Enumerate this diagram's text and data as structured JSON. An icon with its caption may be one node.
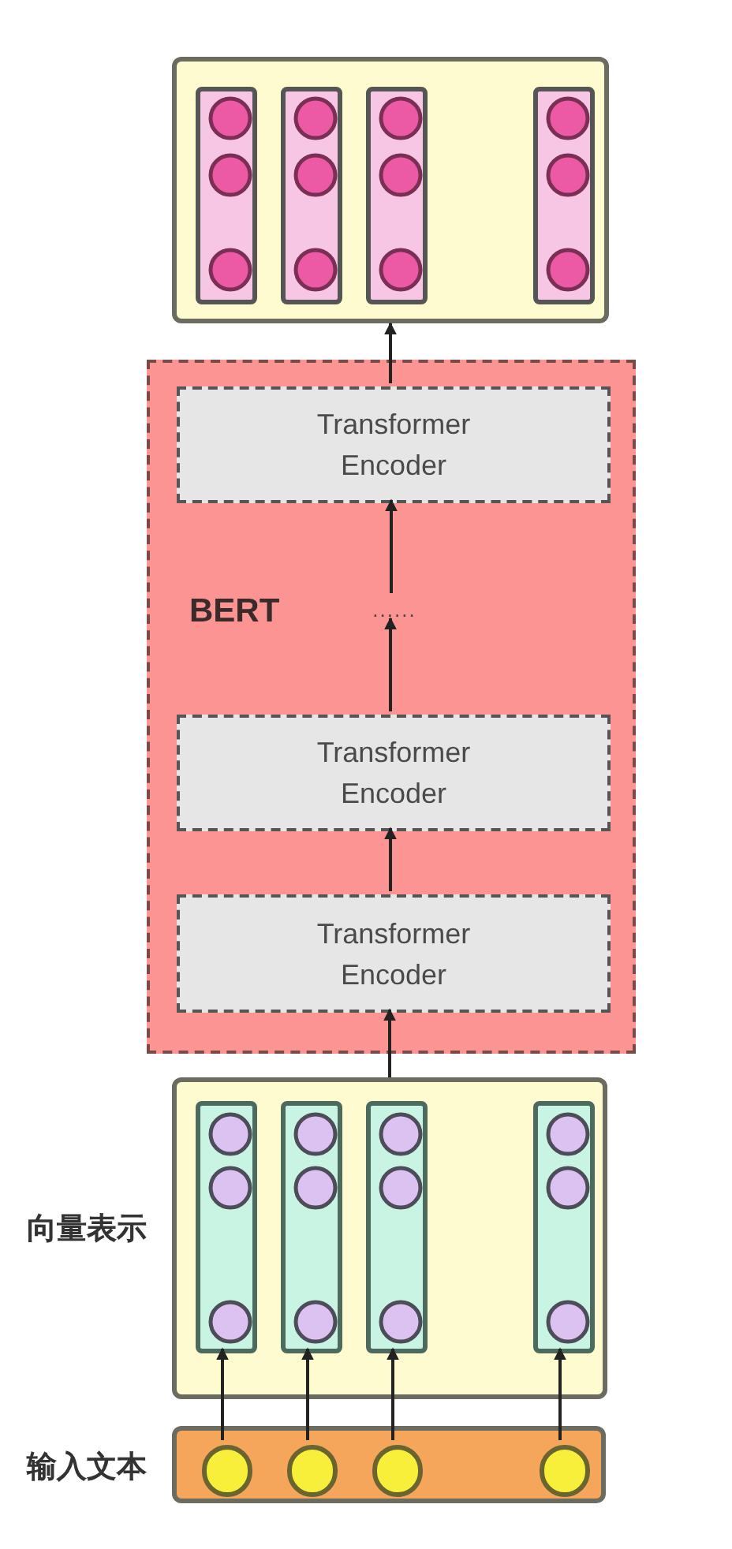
{
  "diagram": {
    "nodes": [
      {
        "text": [],
        "shape": "box"
      },
      {
        "text": [],
        "shape": "bar",
        "in": 0
      },
      {
        "text": [],
        "shape": "bar",
        "in": 0
      },
      {
        "text": [],
        "shape": "bar",
        "in": 0
      },
      {
        "text": [],
        "shape": "bar",
        "in": 0
      },
      {
        "text": [
          "BERT"
        ]
      },
      {
        "text": [
          "Transformer Encoder"
        ],
        "in": 5
      },
      {
        "text": [
          "......"
        ],
        "in": 5
      },
      {
        "text": [
          "Transformer Encoder"
        ],
        "in": 5
      },
      {
        "text": [
          "Transformer Encoder"
        ],
        "in": 5
      },
      {
        "text": [
          "向量表示"
        ]
      },
      {
        "text": [],
        "shape": "bar",
        "in": 10
      },
      {
        "text": [],
        "shape": "bar",
        "in": 10
      },
      {
        "text": [],
        "shape": "bar",
        "in": 10
      },
      {
        "text": [],
        "shape": "bar",
        "in": 10
      },
      {
        "text": [
          "输入文本"
        ]
      },
      {
        "text": [],
        "shape": "circle",
        "in": 15
      },
      {
        "text": [],
        "shape": "circle",
        "in": 15
      },
      {
        "text": [],
        "shape": "circle",
        "in": 15
      },
      {
        "text": [],
        "shape": "circle",
        "in": 15
      }
    ],
    "edges": [
      {
        "from": 6,
        "to": 0,
        "arrow": "to"
      },
      {
        "from": 7,
        "to": 6,
        "arrow": "to"
      },
      {
        "from": 8,
        "to": 7,
        "arrow": "to"
      },
      {
        "from": 9,
        "to": 8,
        "arrow": "to"
      },
      {
        "from": 10,
        "to": 9,
        "arrow": "to"
      },
      {
        "from": 16,
        "to": 11,
        "arrow": "to"
      },
      {
        "from": 17,
        "to": 12,
        "arrow": "to"
      },
      {
        "from": 18,
        "to": 13,
        "arrow": "to"
      },
      {
        "from": 19,
        "to": 14,
        "arrow": "to"
      }
    ]
  }
}
